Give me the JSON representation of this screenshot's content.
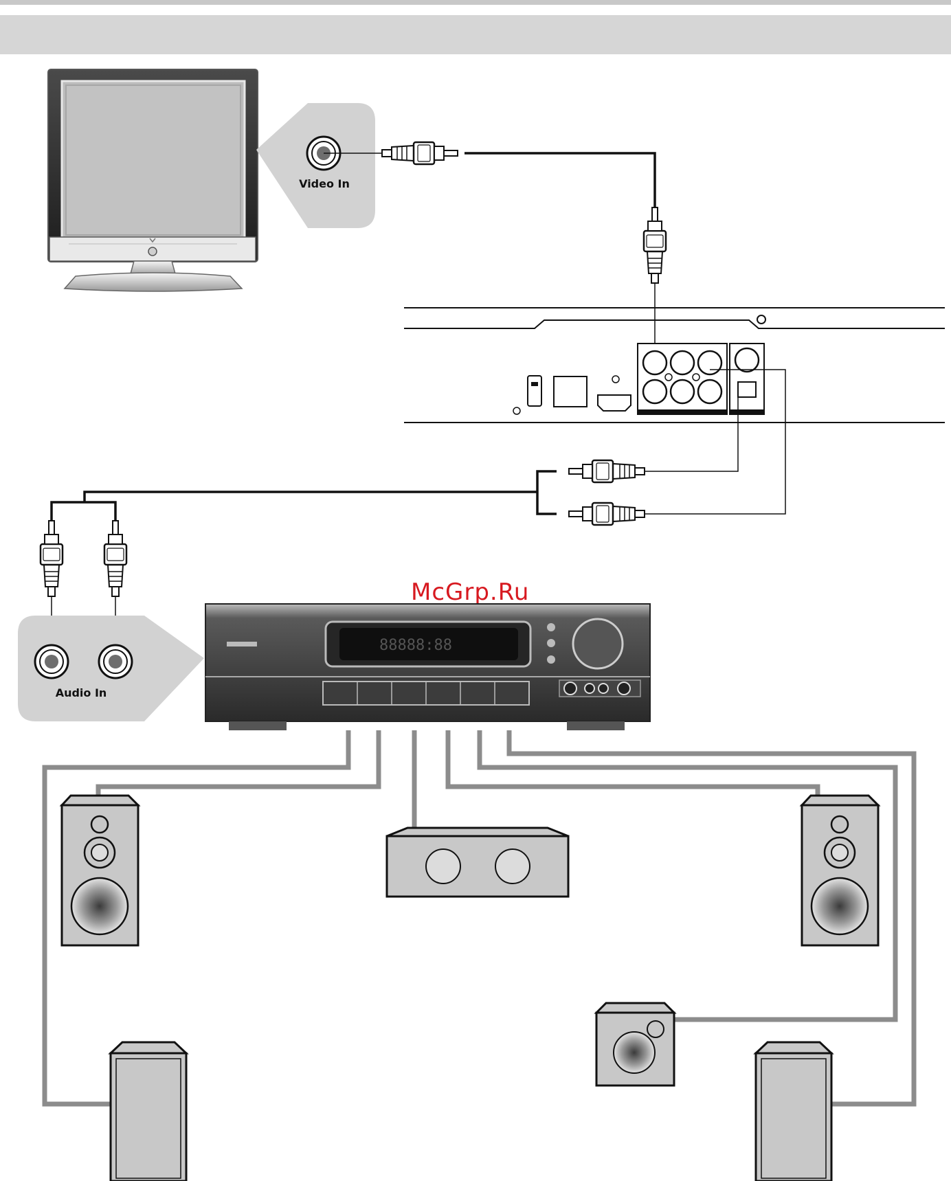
{
  "diagram": {
    "labels": {
      "video_in": "Video In",
      "audio_in": "Audio In",
      "watermark": "McGrp.Ru"
    },
    "colors": {
      "band": "#d6d6d6",
      "callout": "#d2d2d2",
      "speaker_cable": "#8c8c8c",
      "signal_cable": "#111111",
      "receiver_body": "#3a3a3a",
      "watermark": "#d71920"
    },
    "components": [
      "tv",
      "dvd-player-rear-panel",
      "av-receiver",
      "front-left-speaker",
      "center-speaker",
      "front-right-speaker",
      "subwoofer",
      "surround-left-speaker",
      "surround-right-speaker"
    ]
  }
}
